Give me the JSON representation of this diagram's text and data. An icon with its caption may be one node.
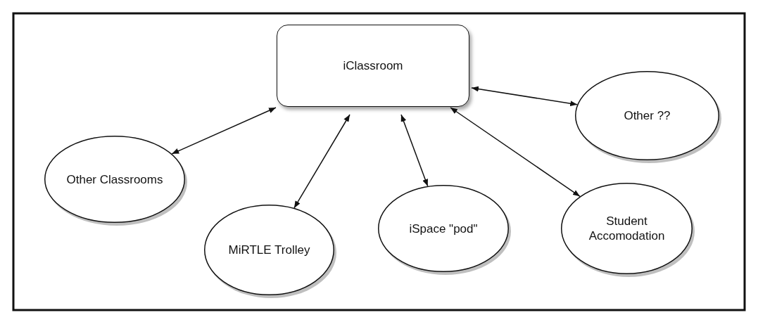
{
  "diagram": {
    "nodes": [
      {
        "text": [
          "iClassroom"
        ]
      },
      {
        "text": [
          "Other Classrooms"
        ]
      },
      {
        "text": [
          "MiRTLE Trolley"
        ]
      },
      {
        "text": [
          "iSpace \"pod\""
        ]
      },
      {
        "text": [
          "Student Accomodation"
        ]
      },
      {
        "text": [
          "Other ??"
        ]
      }
    ],
    "edges": [
      {
        "from": 0,
        "to": 1,
        "arrow": "both"
      },
      {
        "from": 0,
        "to": 2,
        "arrow": "both"
      },
      {
        "from": 0,
        "to": 3,
        "arrow": "both"
      },
      {
        "from": 0,
        "to": 4,
        "arrow": "both"
      },
      {
        "from": 0,
        "to": 5,
        "arrow": "both"
      }
    ]
  }
}
